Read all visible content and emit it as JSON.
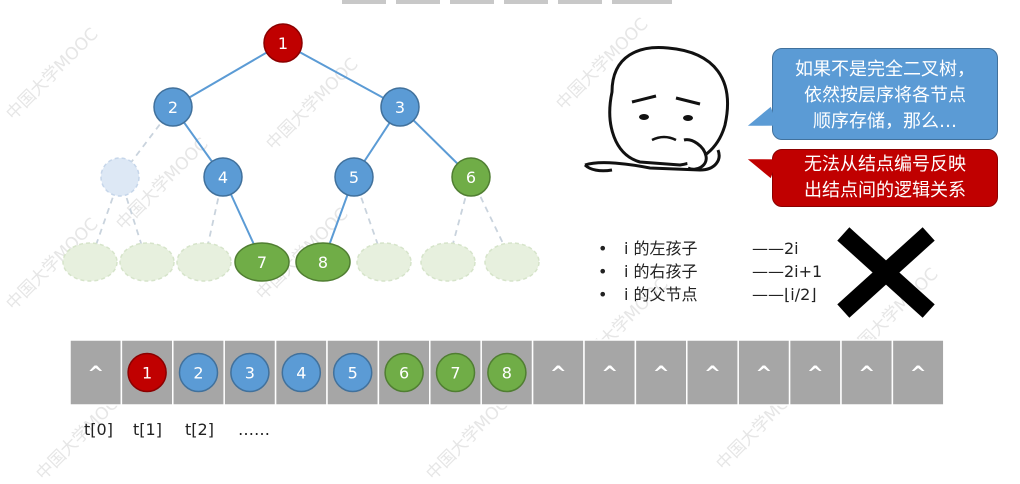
{
  "tree": {
    "nodes": [
      {
        "label": "1",
        "state": "root"
      },
      {
        "label": "2",
        "state": "filled"
      },
      {
        "label": "3",
        "state": "filled"
      },
      {
        "label": "",
        "state": "ghost"
      },
      {
        "label": "4",
        "state": "filled"
      },
      {
        "label": "5",
        "state": "filled"
      },
      {
        "label": "6",
        "state": "filled-leaf"
      },
      {
        "label": "",
        "state": "ghost-leaf"
      },
      {
        "label": "",
        "state": "ghost-leaf"
      },
      {
        "label": "",
        "state": "ghost-leaf"
      },
      {
        "label": "7",
        "state": "filled-leaf"
      },
      {
        "label": "8",
        "state": "filled-leaf"
      },
      {
        "label": "",
        "state": "ghost-leaf"
      },
      {
        "label": "",
        "state": "ghost-leaf"
      },
      {
        "label": "",
        "state": "ghost-leaf"
      }
    ],
    "edges": [
      {
        "from": 0,
        "to": 1,
        "style": "solid"
      },
      {
        "from": 0,
        "to": 2,
        "style": "solid"
      },
      {
        "from": 1,
        "to": 3,
        "style": "dashed"
      },
      {
        "from": 1,
        "to": 4,
        "style": "solid"
      },
      {
        "from": 2,
        "to": 5,
        "style": "solid"
      },
      {
        "from": 2,
        "to": 6,
        "style": "solid"
      },
      {
        "from": 3,
        "to": 7,
        "style": "dashed"
      },
      {
        "from": 3,
        "to": 8,
        "style": "dashed"
      },
      {
        "from": 4,
        "to": 9,
        "style": "dashed"
      },
      {
        "from": 4,
        "to": 10,
        "style": "solid"
      },
      {
        "from": 5,
        "to": 11,
        "style": "solid"
      },
      {
        "from": 5,
        "to": 12,
        "style": "dashed"
      },
      {
        "from": 6,
        "to": 13,
        "style": "dashed"
      },
      {
        "from": 6,
        "to": 14,
        "style": "dashed"
      }
    ]
  },
  "array": {
    "cells": [
      {
        "text": "^",
        "kind": "null"
      },
      {
        "text": "1",
        "kind": "red"
      },
      {
        "text": "2",
        "kind": "blue"
      },
      {
        "text": "3",
        "kind": "blue"
      },
      {
        "text": "4",
        "kind": "blue"
      },
      {
        "text": "5",
        "kind": "blue"
      },
      {
        "text": "6",
        "kind": "green"
      },
      {
        "text": "7",
        "kind": "green"
      },
      {
        "text": "8",
        "kind": "green"
      },
      {
        "text": "^",
        "kind": "null"
      },
      {
        "text": "^",
        "kind": "null"
      },
      {
        "text": "^",
        "kind": "null"
      },
      {
        "text": "^",
        "kind": "null"
      },
      {
        "text": "^",
        "kind": "null"
      },
      {
        "text": "^",
        "kind": "null"
      },
      {
        "text": "^",
        "kind": "null"
      },
      {
        "text": "^",
        "kind": "null"
      }
    ],
    "index_labels": [
      "t[0]",
      "t[1]",
      "t[2]",
      "……"
    ]
  },
  "bubble_blue": {
    "line1": "如果不是完全二叉树，",
    "line2": "依然按层序将各节点",
    "line3": "顺序存储，那么…"
  },
  "bubble_red": {
    "line1": "无法从结点编号反映",
    "line2": "出结点间的逻辑关系"
  },
  "rules": [
    {
      "bullet": "•",
      "label": "i 的左孩子",
      "value": "——2i"
    },
    {
      "bullet": "•",
      "label": "i 的右孩子",
      "value": "——2i+1"
    },
    {
      "bullet": "•",
      "label": "i 的父节点",
      "value": "——⌊i/2⌋"
    }
  ],
  "watermark": "中国大学MOOC",
  "colors": {
    "red": "#c00000",
    "blue": "#5b9bd5",
    "green": "#70ad47",
    "ghost_blue": "#dde8f5",
    "ghost_green": "#e7f0de",
    "edge": "#5b9bd5",
    "dashed_edge": "#c9d3dd",
    "cell_bg": "#a6a6a6",
    "cell_border": "#ffffff"
  }
}
